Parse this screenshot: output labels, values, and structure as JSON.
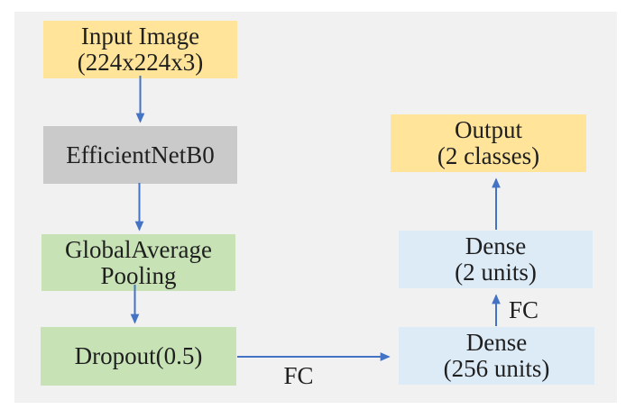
{
  "diagram": {
    "nodes": {
      "input_image": {
        "line1": "Input Image",
        "line2": "(224x224x3)",
        "fill": "#FFE499"
      },
      "efficientnetb0": {
        "line1": "EfficientNetB0",
        "fill": "#CACACA"
      },
      "global_average_pooling": {
        "line1": "GlobalAverage",
        "line2": "Pooling",
        "fill": "#C7E3B5"
      },
      "dropout": {
        "line1": "Dropout(0.5)",
        "fill": "#C7E3B5"
      },
      "dense_256": {
        "line1": "Dense",
        "line2": "(256 units)",
        "fill": "#DDEBF7"
      },
      "dense_2": {
        "line1": "Dense",
        "line2": "(2 units)",
        "fill": "#DDEBF7"
      },
      "output": {
        "line1": "Output",
        "line2": "(2 classes)",
        "fill": "#FFE499"
      }
    },
    "edges": [
      {
        "from": "input_image",
        "to": "efficientnetb0"
      },
      {
        "from": "efficientnetb0",
        "to": "global_average_pooling"
      },
      {
        "from": "global_average_pooling",
        "to": "dropout"
      },
      {
        "from": "dropout",
        "to": "dense_256",
        "label": "FC"
      },
      {
        "from": "dense_256",
        "to": "dense_2",
        "label": "FC"
      },
      {
        "from": "dense_2",
        "to": "output"
      }
    ],
    "colors": {
      "arrow": "#4472C4",
      "canvas_background": "#F1F1F2",
      "text": "#1F1F1F"
    }
  }
}
